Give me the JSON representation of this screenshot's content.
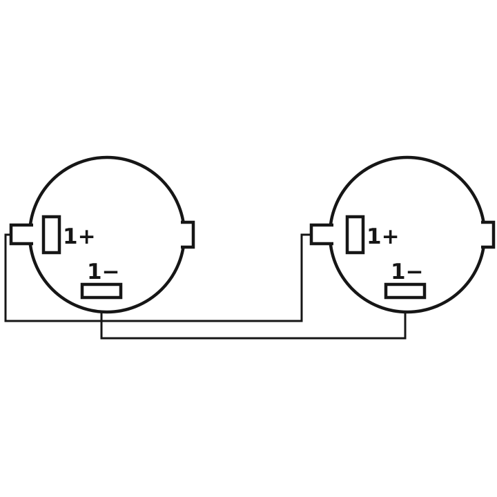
{
  "diagram": {
    "left_connector": {
      "plus_label": "1+",
      "minus_label": "1−"
    },
    "right_connector": {
      "plus_label": "1+",
      "minus_label": "1−"
    }
  },
  "colors": {
    "line": "#161616",
    "background": "#ffffff"
  }
}
